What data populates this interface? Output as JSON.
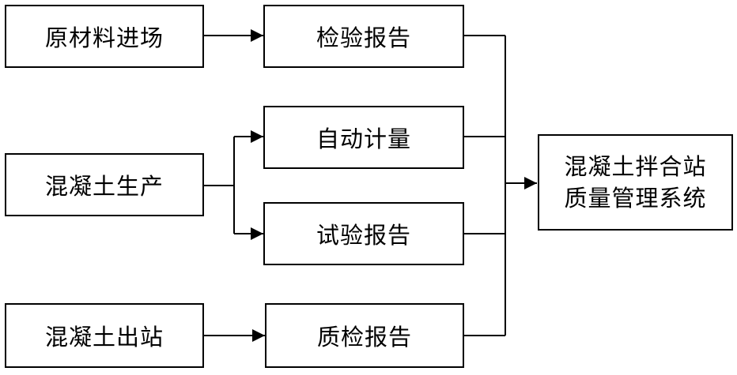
{
  "nodes": {
    "raw_material": "原材料进场",
    "inspection_report": "检验报告",
    "auto_metering": "自动计量",
    "concrete_production": "混凝土生产",
    "test_report": "试验报告",
    "concrete_dispatch": "混凝土出站",
    "qc_report": "质检报告",
    "system_line1": "混凝土拌合站",
    "system_line2": "质量管理系统"
  },
  "colors": {
    "line": "#000000",
    "box_border": "#000000",
    "background": "#ffffff"
  }
}
